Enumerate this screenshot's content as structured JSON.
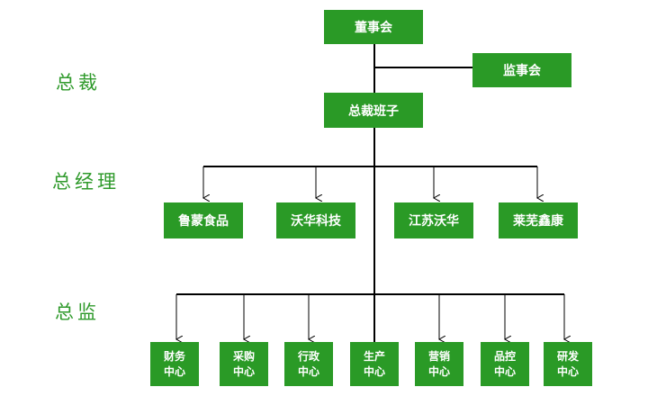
{
  "levels": {
    "l1": "总裁",
    "l2": "总经理",
    "l3": "总监"
  },
  "nodes": {
    "board": "董事会",
    "supervisory": "监事会",
    "president_team": "总裁班子",
    "companies": [
      "鲁蒙食品",
      "沃华科技",
      "江苏沃华",
      "莱芜鑫康"
    ],
    "centers": [
      [
        "财务",
        "中心"
      ],
      [
        "采购",
        "中心"
      ],
      [
        "行政",
        "中心"
      ],
      [
        "生产",
        "中心"
      ],
      [
        "营销",
        "中心"
      ],
      [
        "品控",
        "中心"
      ],
      [
        "研发",
        "中心"
      ]
    ]
  },
  "colors": {
    "box": "#2a9a26",
    "level_text": "#2f9a2b",
    "line": "#000000"
  }
}
